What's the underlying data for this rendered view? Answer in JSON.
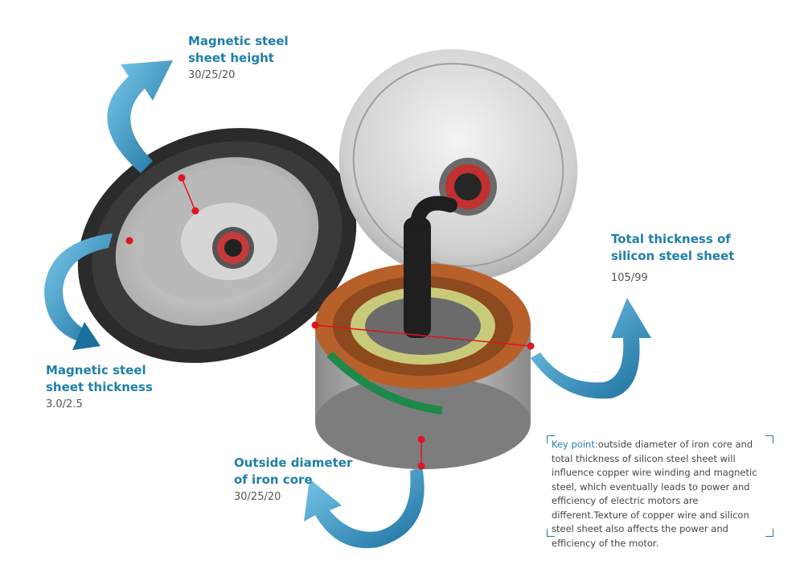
{
  "labels": {
    "steel_height": {
      "title_line1": "Magnetic steel",
      "title_line2": "sheet height",
      "value": "30/25/20"
    },
    "steel_thickness": {
      "title_line1": "Magnetic steel",
      "title_line2": "sheet thickness",
      "value": "3.0/2.5"
    },
    "silicon_thickness": {
      "title_line1": "Total thickness of",
      "title_line2": "silicon steel sheet",
      "value": "105/99"
    },
    "core_diameter": {
      "title_line1": "Outside diameter",
      "title_line2": "of iron core",
      "value": "30/25/20"
    }
  },
  "key_point": {
    "head": "Key point:",
    "body": "outside diameter of iron core and total thickness of silicon steel sheet will influence copper wire winding and magnetic steel, which eventually leads to power and efficiency of electric motors are different.Texture of copper wire and silicon steel sheet also affects the power and efficiency of the motor."
  },
  "colors": {
    "accent": "#1f7fa8",
    "arrow": "#2e93c4",
    "marker": "#e0141e",
    "copper": "#b8602a"
  },
  "icons": [
    "curved-arrow-icon",
    "marker-dot-icon"
  ]
}
